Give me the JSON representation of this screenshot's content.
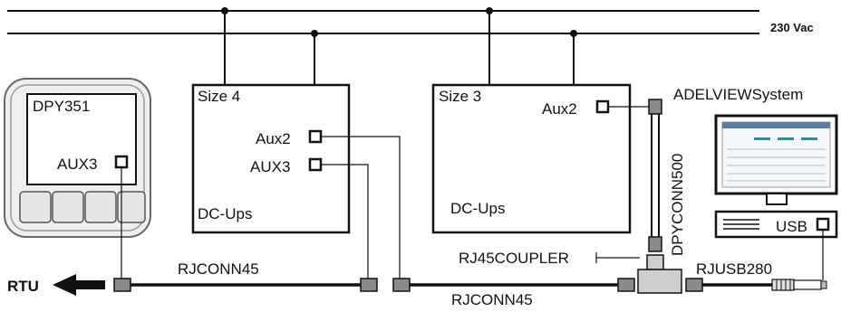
{
  "mains": {
    "label": "230 Vac"
  },
  "panel": {
    "name": "DPY351",
    "port_label": "AUX3"
  },
  "ups_left": {
    "title": "Size 4",
    "aux2_label": "Aux2",
    "aux3_label": "AUX3",
    "footer": "DC-Ups"
  },
  "ups_right": {
    "title": "Size 3",
    "aux2_label": "Aux2",
    "footer": "DC-Ups"
  },
  "vertical_cable": {
    "label": "DPYCONN500"
  },
  "pc": {
    "system_label": "ADELVIEWSystem",
    "usb_label": "USB"
  },
  "cables": {
    "top_left": "RJCONN45",
    "bottom": "RJCONN45",
    "coupler": "RJ45COUPLER",
    "usb": "RJUSB280"
  },
  "rtu": {
    "label": "RTU"
  },
  "colors": {
    "line": "#111111",
    "connector": "#7a7a7a",
    "panel_fill": "#efefef"
  }
}
